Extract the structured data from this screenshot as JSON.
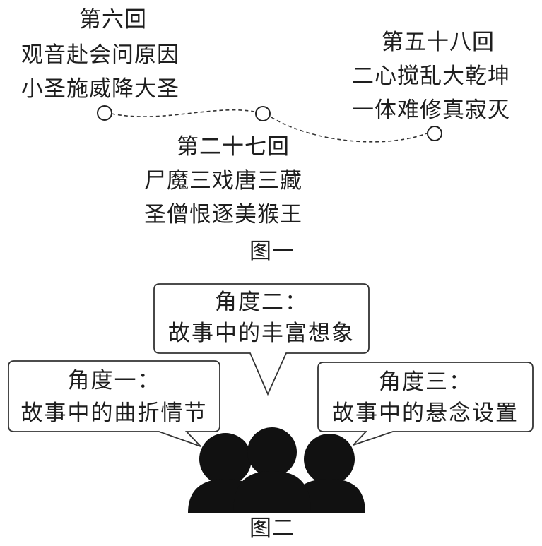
{
  "figure1": {
    "caption": "图一",
    "nodes": [
      {
        "chapter": "第六回",
        "line1": "观音赴会问原因",
        "line2": "小圣施威降大圣"
      },
      {
        "chapter": "第二十七回",
        "line1": "尸魔三戏唐三藏",
        "line2": "圣僧恨逐美猴王"
      },
      {
        "chapter": "第五十八回",
        "line1": "二心搅乱大乾坤",
        "line2": "一体难修真寂灭"
      }
    ]
  },
  "figure2": {
    "caption": "图二",
    "bubbles": [
      {
        "title": "角度一：",
        "text": "故事中的曲折情节"
      },
      {
        "title": "角度二：",
        "text": "故事中的丰富想象"
      },
      {
        "title": "角度三：",
        "text": "故事中的悬念设置"
      }
    ]
  }
}
